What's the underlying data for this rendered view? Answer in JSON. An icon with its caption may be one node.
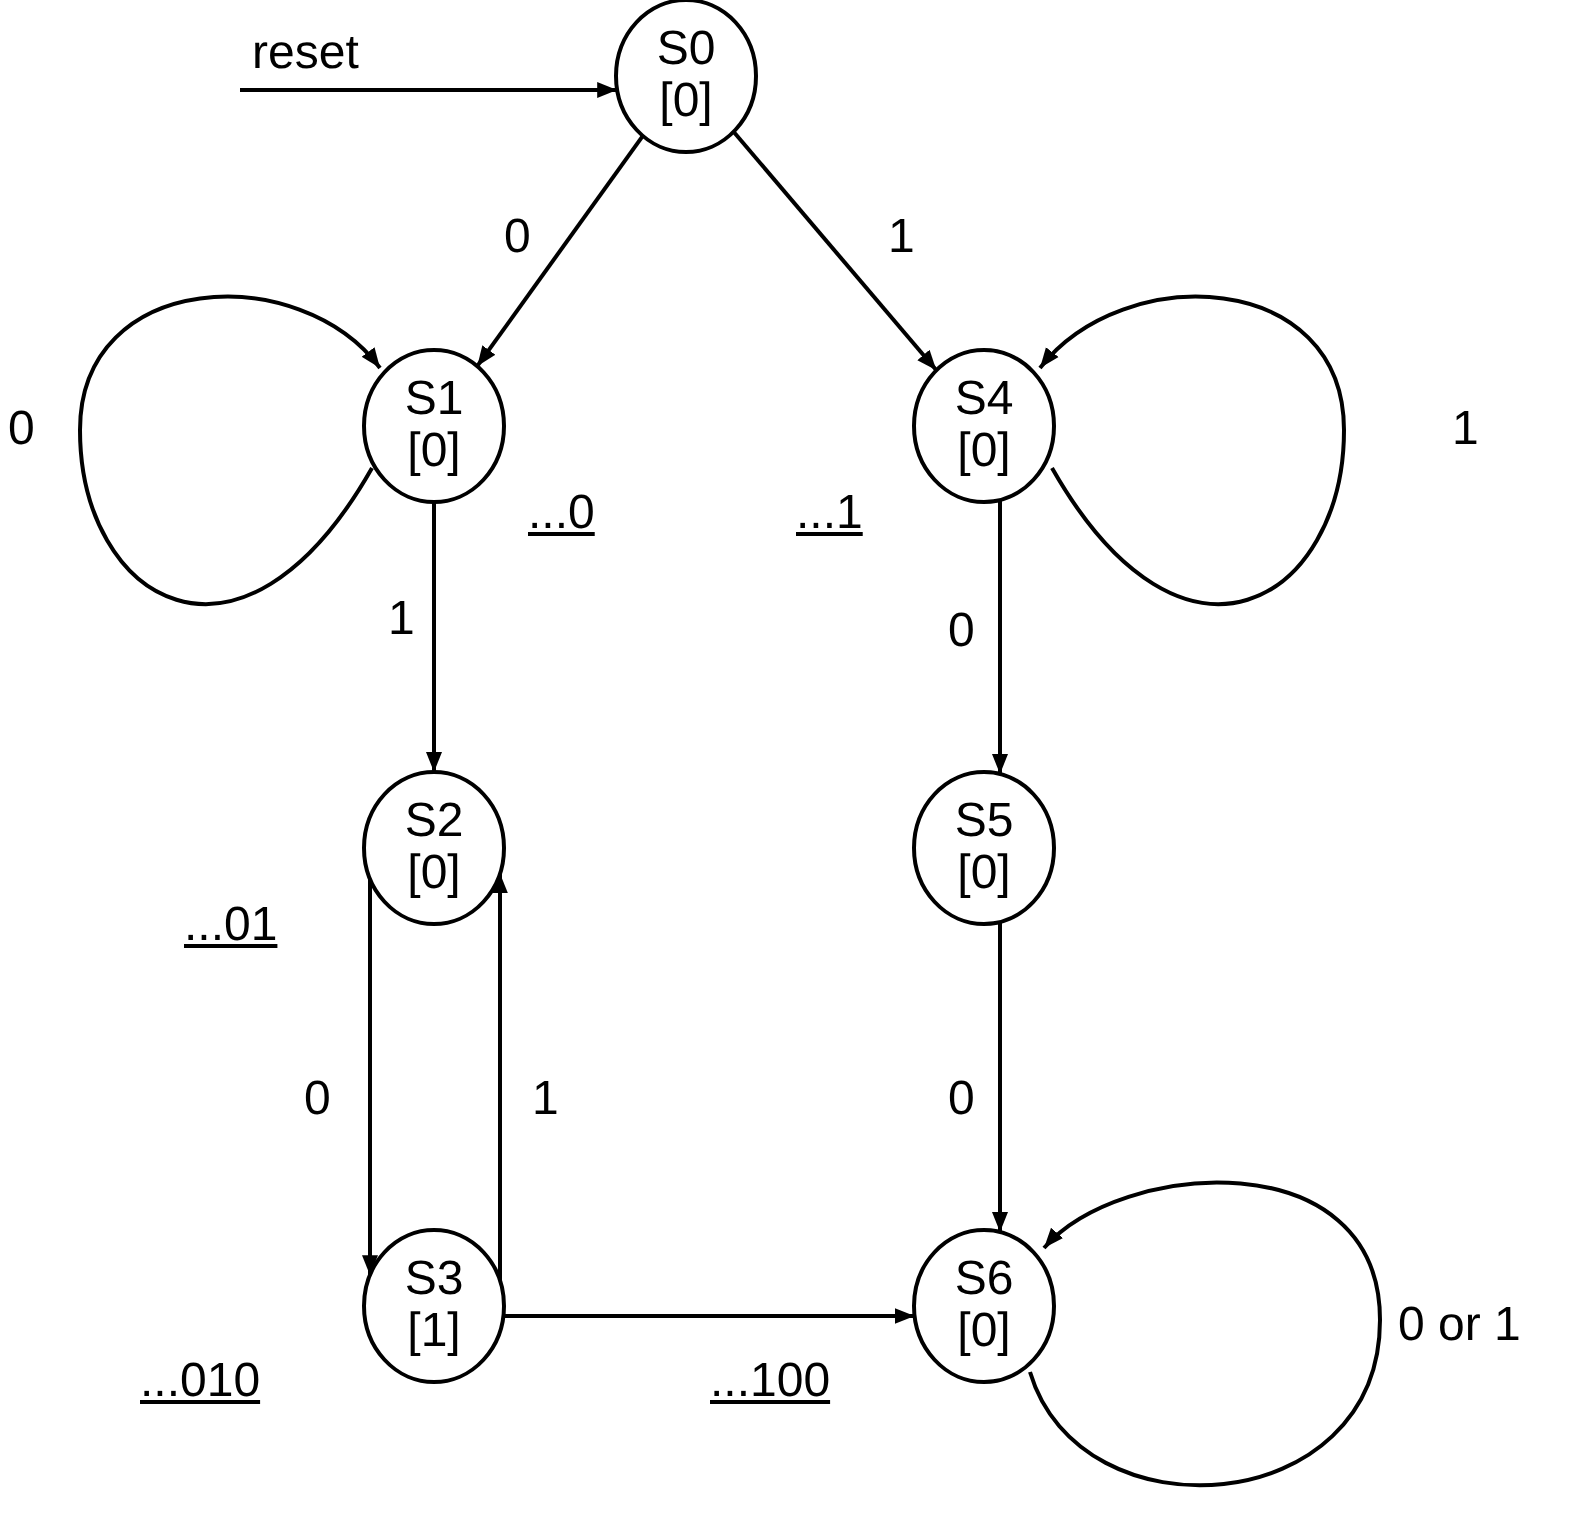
{
  "diagram": {
    "nodes": [
      {
        "text": [
          "S0",
          "[0]"
        ]
      },
      {
        "text": [
          "S1",
          "[0]"
        ],
        "beside": [
          "...0"
        ]
      },
      {
        "text": [
          "S2",
          "[0]"
        ],
        "beside": [
          "...01"
        ]
      },
      {
        "text": [
          "S3",
          "[1]"
        ],
        "beside": [
          "...010"
        ]
      },
      {
        "text": [
          "S4",
          "[0]"
        ],
        "beside": [
          "...1"
        ]
      },
      {
        "text": [
          "S5",
          "[0]"
        ]
      },
      {
        "text": [
          "S6",
          "[0]"
        ],
        "beside": [
          "...100"
        ]
      }
    ],
    "edges": [
      {
        "from": null,
        "to": 0,
        "arrow": "to",
        "label": "reset"
      },
      {
        "from": 0,
        "to": 1,
        "arrow": "to",
        "label": "0"
      },
      {
        "from": 0,
        "to": 4,
        "arrow": "to",
        "label": "1"
      },
      {
        "from": 1,
        "to": 1,
        "arrow": "to",
        "label": "0"
      },
      {
        "from": 4,
        "to": 4,
        "arrow": "to",
        "label": "1"
      },
      {
        "from": 1,
        "to": 2,
        "arrow": "to",
        "label": "1"
      },
      {
        "from": 4,
        "to": 5,
        "arrow": "to",
        "label": "0"
      },
      {
        "from": 2,
        "to": 3,
        "arrow": "to",
        "label": "0"
      },
      {
        "from": 3,
        "to": 2,
        "arrow": "to",
        "label": "1"
      },
      {
        "from": 5,
        "to": 6,
        "arrow": "to",
        "label": "0"
      },
      {
        "from": 3,
        "to": 6,
        "arrow": "to"
      },
      {
        "from": 6,
        "to": 6,
        "arrow": "to",
        "label": "0 or 1"
      }
    ]
  }
}
